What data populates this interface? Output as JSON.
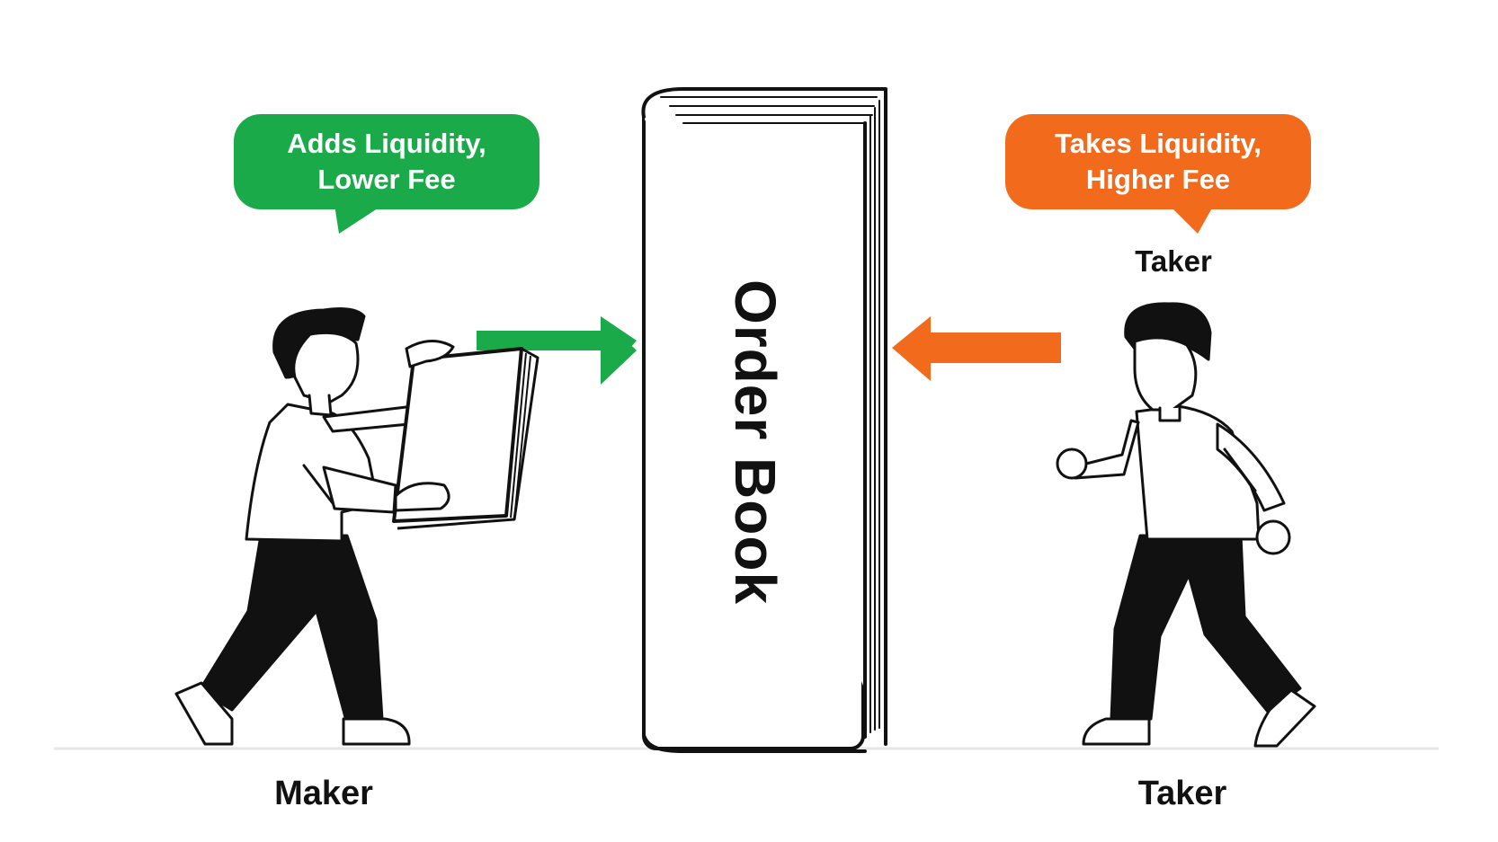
{
  "diagram": {
    "maker_bubble": {
      "line1": "Adds Liquidity,",
      "line2": "Lower Fee",
      "color": "#1aaa4a"
    },
    "taker_bubble": {
      "line1": "Takes Liquidity,",
      "line2": "Higher Fee",
      "color": "#f26b1d"
    },
    "book_title": "Order Book",
    "maker_label": "Maker",
    "taker_label": "Taker",
    "taker_top_label": "Taker",
    "maker_arrow_color": "#1aaa4a",
    "taker_arrow_color": "#f26b1d",
    "ink_color": "#111111"
  }
}
